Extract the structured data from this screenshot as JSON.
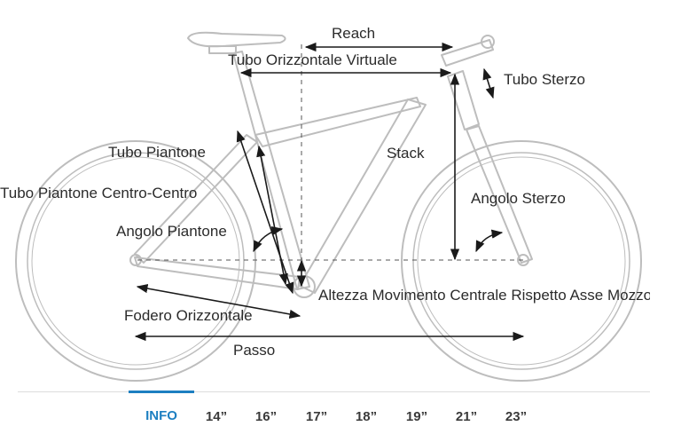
{
  "diagram": {
    "labels": {
      "reach": "Reach",
      "virtual_top_tube": "Tubo Orizzontale Virtuale",
      "head_tube": "Tubo Sterzo",
      "seat_tube": "Tubo Piantone",
      "stack": "Stack",
      "seat_tube_cc": "Tubo Piantone Centro-Centro",
      "head_angle": "Angolo Sterzo",
      "seat_angle": "Angolo Piantone",
      "bb_drop": "Altezza Movimento Centrale Rispetto Asse Mozzo",
      "chainstay": "Fodero Orizzontale",
      "wheelbase": "Passo"
    }
  },
  "size_tabs": {
    "items": [
      "INFO",
      "14”",
      "16”",
      "17”",
      "18”",
      "19”",
      "21”",
      "23”"
    ],
    "active_index": 0
  },
  "colors": {
    "accent": "#1d7fc1",
    "frame_line": "#bdbdbd",
    "arrow": "#1a1a1a",
    "label_text": "#2b2b2b"
  }
}
